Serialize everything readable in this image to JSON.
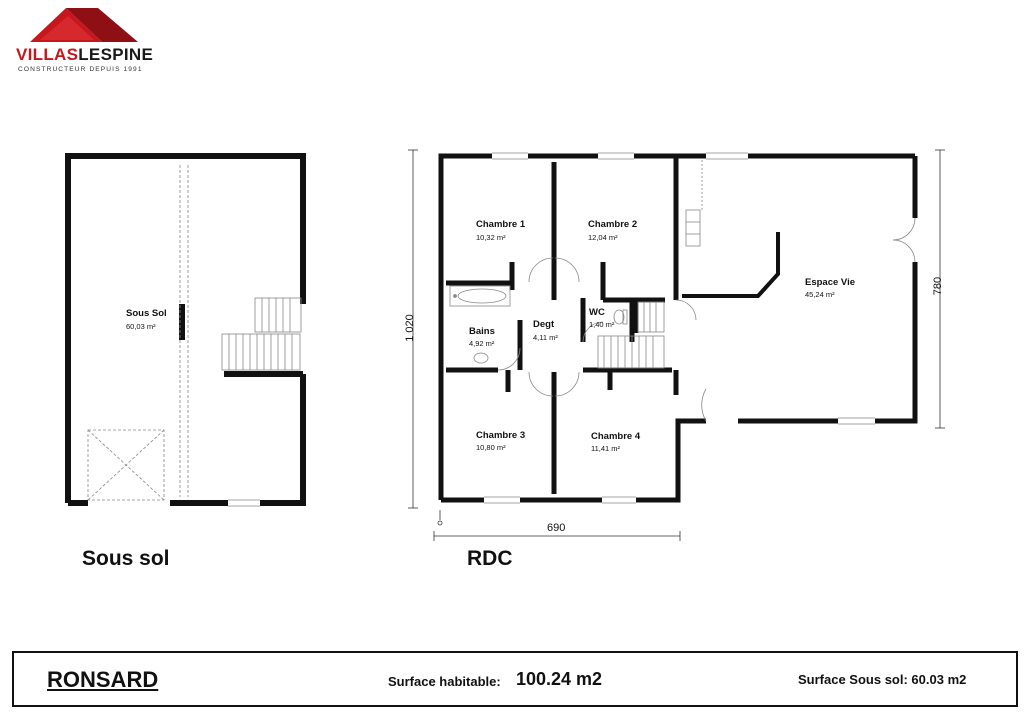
{
  "brand": {
    "name_part1": "VILLAS",
    "name_part2": "LESPINE",
    "tagline": "CONSTRUCTEUR DEPUIS 1991",
    "colors": {
      "red": "#c8161d",
      "dark": "#1a1a1a"
    }
  },
  "plans": {
    "sous_sol": {
      "title": "Sous sol",
      "rooms": [
        {
          "name": "Sous Sol",
          "area": "60,03 m²"
        }
      ]
    },
    "rdc": {
      "title": "RDC",
      "rooms": [
        {
          "name": "Chambre 1",
          "area": "10,32 m²"
        },
        {
          "name": "Chambre 2",
          "area": "12,04 m²"
        },
        {
          "name": "Bains",
          "area": "4,92 m²"
        },
        {
          "name": "Degt",
          "area": "4,11 m²"
        },
        {
          "name": "WC",
          "area": "1,40 m²"
        },
        {
          "name": "Espace Vie",
          "area": "45,24 m²"
        },
        {
          "name": "Chambre 3",
          "area": "10,80 m²"
        },
        {
          "name": "Chambre 4",
          "area": "11,41 m²"
        }
      ],
      "dimensions": {
        "width": "690",
        "height_left": "1 020",
        "height_right": "780"
      }
    }
  },
  "footer": {
    "model": "RONSARD",
    "surface_habitable_label": "Surface habitable:",
    "surface_habitable_value": "100.24 m2",
    "surface_sous_sol": "Surface Sous sol: 60.03 m2"
  }
}
